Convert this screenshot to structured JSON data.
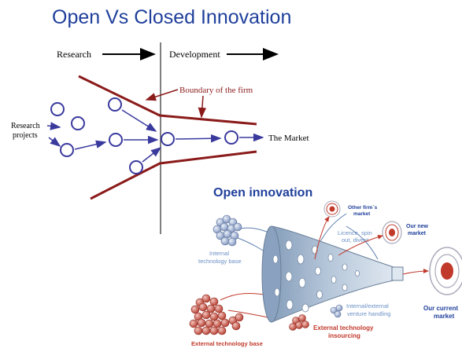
{
  "title": "Open Vs Closed Innovation",
  "closed": {
    "research_label": "Research",
    "development_label": "Development",
    "boundary_label": "Boundary of the firm",
    "projects_label_line1": "Research",
    "projects_label_line2": "projects",
    "market_label": "The Market"
  },
  "open": {
    "heading": "Open innovation",
    "other_firms_line1": "Other firm`s",
    "other_firms_line2": "market",
    "licence_line1": "Licence, spin",
    "licence_line2": "out, divest",
    "new_market_line1": "Our new",
    "new_market_line2": "market",
    "internal_base_line1": "Internal",
    "internal_base_line2": "technology base",
    "venture_line1": "Internal/external",
    "venture_line2": "venture handling",
    "current_market_line1": "Our current",
    "current_market_line2": "market",
    "ext_insourcing_line1": "External technology",
    "ext_insourcing_line2": "insourcing",
    "ext_base": "External technology base"
  },
  "colors": {
    "title": "#1f3f9b",
    "boundary": "#8b1a1a",
    "arrow_blue": "#3a3a9e",
    "open_red": "#c0392b",
    "open_label_blue": "#6a8fc4"
  }
}
